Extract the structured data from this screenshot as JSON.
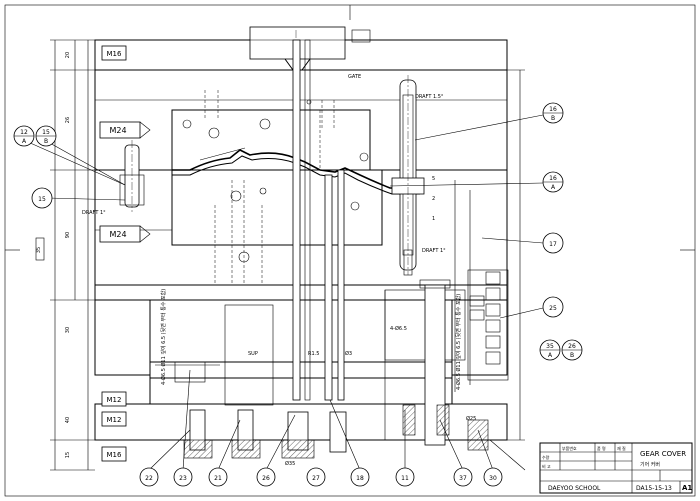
{
  "balloons": {
    "b12a": {
      "top": "12",
      "bottom": "A"
    },
    "b15a": {
      "top": "15",
      "bottom": "B"
    },
    "b15b": {
      "top": "15"
    },
    "b16": {
      "top": "16",
      "bottom": "B"
    },
    "b16b": {
      "top": "16",
      "bottom": "A"
    },
    "b17": {
      "top": "17"
    },
    "b25": {
      "top": "25"
    },
    "b35": {
      "top": "35",
      "bottom": "A"
    },
    "b26": {
      "top": "26",
      "bottom": "B"
    },
    "bottom": [
      "22",
      "23",
      "21",
      "26",
      "27",
      "18",
      "11",
      "37",
      "30"
    ]
  },
  "threads": {
    "m16_top": "M16",
    "m24_a": "M24",
    "m24_b": "M24",
    "m12_a": "M12",
    "m12_b": "M12",
    "m16_bot": "M16"
  },
  "callouts": {
    "draft1": "DRAFT 1°",
    "draft2": "DRAFT 1.5°",
    "draft3": "DRAFT 1°",
    "gate": "GATE",
    "r": "R1.5",
    "pin": "Ø3",
    "boss": "4-Ø6.5",
    "sup": "SUP",
    "dia": "Ø35",
    "dia2": "Ø25"
  },
  "notes": {
    "vertical_note": "4-Ø6.5 Ø11 깊이 6.5 (뒷면 부터 통수 포함)",
    "vertical_note2": "4-Ø6.5 Ø11 깊이 6.5 (뒷면 부터 통수 포함)"
  },
  "dims": {
    "left": [
      "20",
      "26",
      "90",
      "30",
      "40",
      "15",
      "35"
    ],
    "side_labels": [
      "5",
      "2",
      "1"
    ]
  },
  "title_block": {
    "part_name": "GEAR COVER",
    "sub_name": "기어 커버",
    "school": "DAEYOO SCHOOL",
    "drawing_no": "DA15-15-13",
    "size": "A1",
    "rows": [
      "부품번호",
      "품   명",
      "재   질",
      "수량",
      "비 고"
    ]
  }
}
